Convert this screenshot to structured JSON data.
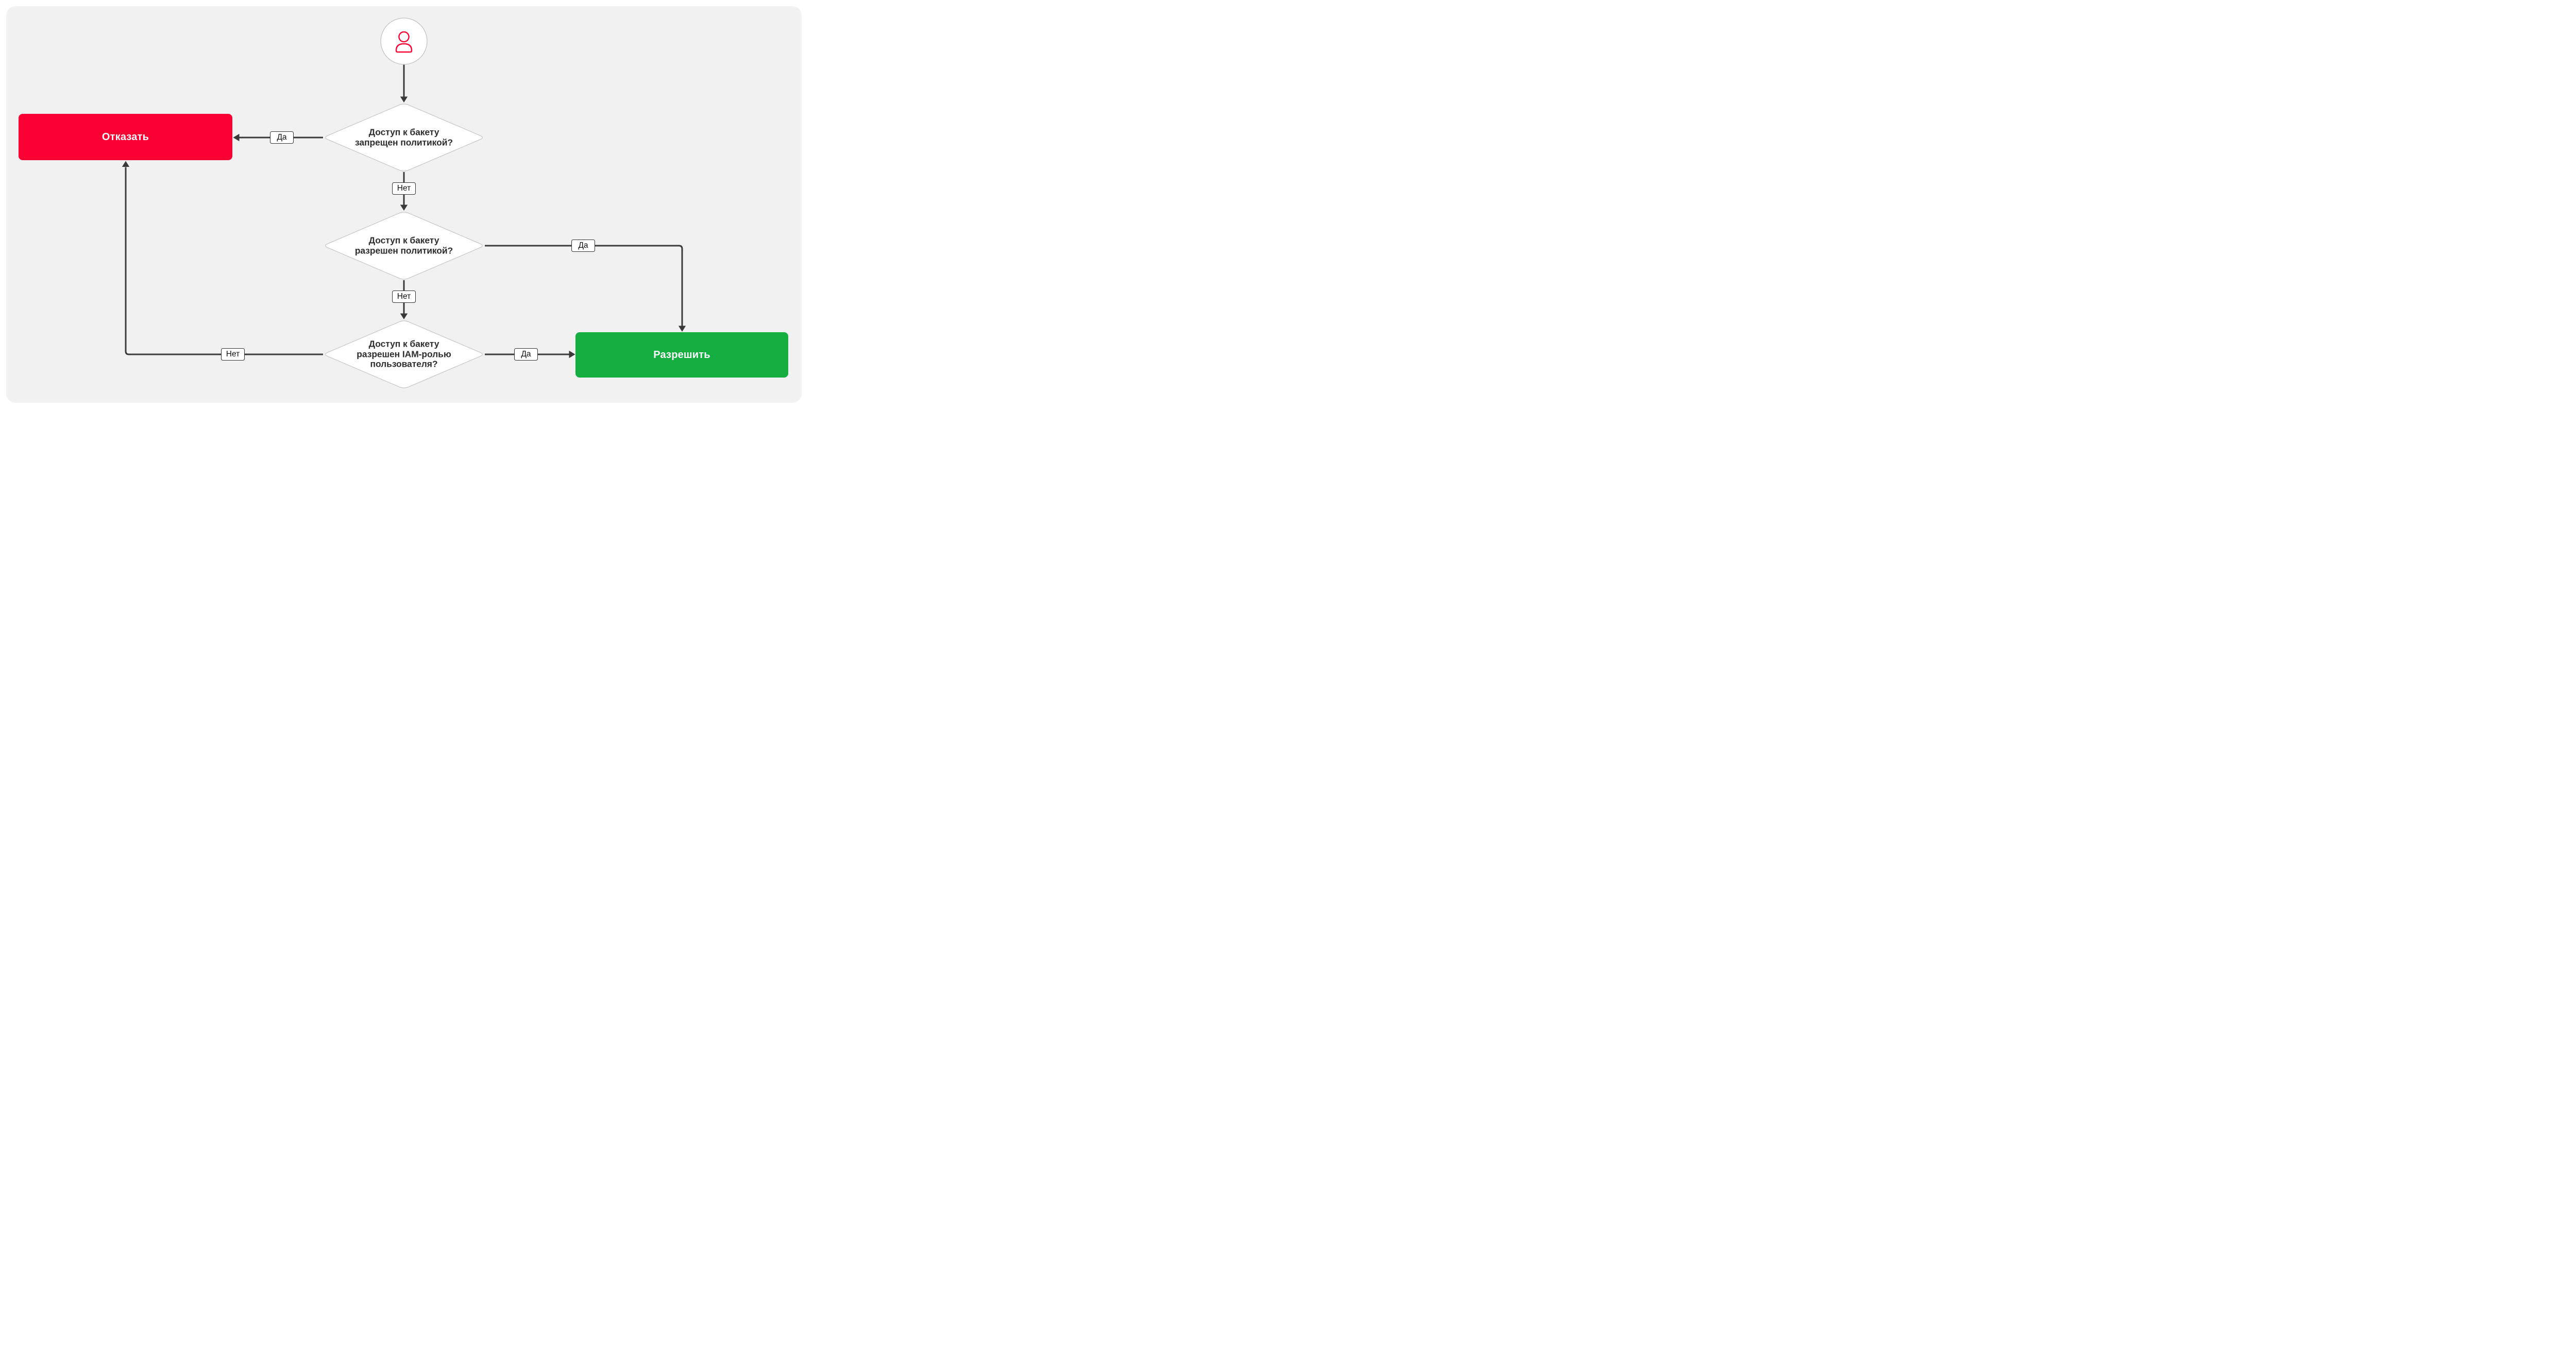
{
  "colors": {
    "deny": "#fa0032",
    "allow": "#14ae41",
    "line": "#3a3a3a",
    "node_border": "#c9c9c9",
    "canvas": "#f1f1f2",
    "text": "#2e2e2e"
  },
  "start": {
    "icon": "person-icon"
  },
  "nodes": {
    "decision1": {
      "lines": [
        "Доступ к бакету",
        "запрещен политикой?"
      ]
    },
    "decision2": {
      "lines": [
        "Доступ к бакету",
        "разрешен политикой?"
      ]
    },
    "decision3": {
      "lines": [
        "Доступ к бакету",
        "разрешен IAM-ролью",
        "пользователя?"
      ]
    },
    "deny": {
      "label": "Отказать"
    },
    "allow": {
      "label": "Разрешить"
    }
  },
  "edges": [
    {
      "id": "decision1-yes",
      "label": "Да"
    },
    {
      "id": "decision1-no",
      "label": "Нет"
    },
    {
      "id": "decision2-yes",
      "label": "Да"
    },
    {
      "id": "decision2-no",
      "label": "Нет"
    },
    {
      "id": "decision3-yes",
      "label": "Да"
    },
    {
      "id": "decision3-no",
      "label": "Нет"
    }
  ]
}
